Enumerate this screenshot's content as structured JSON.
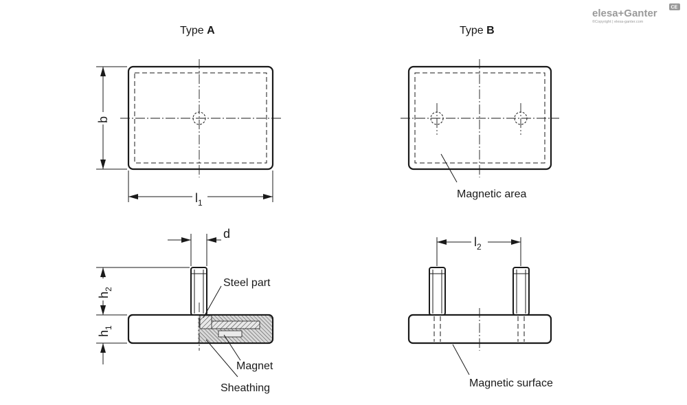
{
  "logo": {
    "brand": "elesa+Ganter",
    "copyright": "©Copyright | elesa-ganter.com",
    "mark": "CE"
  },
  "views": {
    "type_a": {
      "prefix": "Type",
      "letter": "A"
    },
    "type_b": {
      "prefix": "Type",
      "letter": "B"
    }
  },
  "dimensions": {
    "b": "b",
    "l1_main": "l",
    "l1_sub": "1",
    "d": "d",
    "h1_main": "h",
    "h1_sub": "1",
    "h2_main": "h",
    "h2_sub": "2",
    "l2_main": "l",
    "l2_sub": "2"
  },
  "callouts": {
    "magnetic_area": "Magnetic area",
    "steel_part": "Steel part",
    "magnet": "Magnet",
    "sheathing": "Sheathing",
    "magnetic_surface": "Magnetic surface"
  }
}
